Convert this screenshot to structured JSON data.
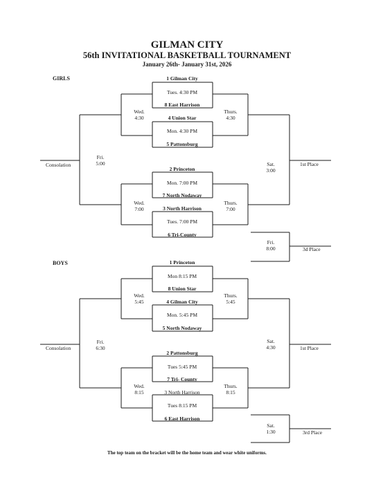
{
  "header": {
    "title": "GILMAN CITY",
    "subtitle": "56th INVITATIONAL BASKETBALL TOURNAMENT",
    "dates": "January 26th- January 31st, 2026"
  },
  "girls": {
    "label": "GIRLS",
    "teams": [
      "1 Gilman City",
      "8 East Harrison",
      "4 Union Star",
      "5 Pattonsburg",
      "2 Princeton",
      "7 North Nodaway",
      "3 North Harrison",
      "6 Tri-County"
    ],
    "games": [
      "Tues. 4:30 PM",
      "Mon. 4:30 PM",
      "Mon. 7:00 PM",
      "Tues. 7:00 PM"
    ],
    "wed_top": [
      "Wed.",
      "4:30"
    ],
    "wed_bottom": [
      "Wed.",
      "7:00"
    ],
    "thurs_top": [
      "Thurs.",
      "4:30"
    ],
    "thurs_bottom": [
      "Thurs.",
      "7:00"
    ],
    "fri_consolation": [
      "Fri.",
      "5:00"
    ],
    "sat_final": [
      "Sat.",
      "3:00"
    ],
    "fri_third": [
      "Fri.",
      "8:00"
    ],
    "consolation": "Consolation",
    "first_place": "1st Place",
    "third_place": "3d Place"
  },
  "boys": {
    "label": "BOYS",
    "teams": [
      "1 Princeton",
      "8 Union Star",
      "4 Gilman City",
      "5 North Nodaway",
      "2 Pattonsburg",
      "7 Tri- County",
      "3 North Harrison",
      "6 East Harrison"
    ],
    "games": [
      "Mon 8:15 PM",
      "Mon. 5:45 PM",
      "Tues 5:45 PM",
      "Tues 8:15 PM"
    ],
    "wed_top": [
      "Wed.",
      "5:45"
    ],
    "wed_bottom": [
      "Wed.",
      "8:15"
    ],
    "thurs_top": [
      "Thurs.",
      "5:45"
    ],
    "thurs_bottom": [
      "Thurs.",
      "8:15"
    ],
    "fri_consolation": [
      "Fri.",
      "6:30"
    ],
    "sat_final": [
      "Sat.",
      "4:30"
    ],
    "sat_third": [
      "Sat.",
      "1:30"
    ],
    "consolation": "Consolation",
    "first_place": "1st Place",
    "third_place": "3rd Place"
  },
  "footer": "The top team on the bracket will be the home team and wear white uniforms."
}
